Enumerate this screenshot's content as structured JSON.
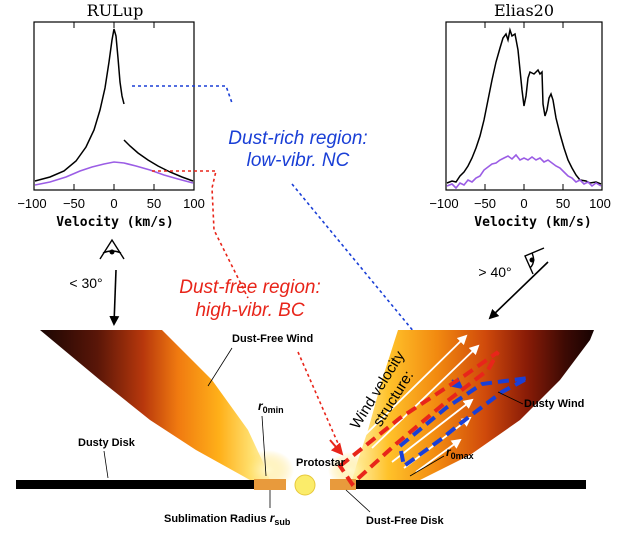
{
  "panels": {
    "left": {
      "title": "RULup",
      "xlabel": "Velocity (km/s)",
      "xticks": [
        "−100",
        "−50",
        "0",
        "50",
        "100"
      ]
    },
    "right": {
      "title": "Elias20",
      "xlabel": "Velocity (km/s)",
      "xticks": [
        "−100",
        "−50",
        "0",
        "50",
        "100"
      ]
    }
  },
  "annotations": {
    "dust_rich_line1": "Dust-rich region:",
    "dust_rich_line2": "low-vibr. NC",
    "dust_free_line1": "Dust-free region:",
    "dust_free_line2": "high-vibr. BC",
    "angle_left": "< 30°",
    "angle_right": "> 40°"
  },
  "diagram": {
    "dust_free_wind": "Dust-Free Wind",
    "r0min_base": "r",
    "r0min_sub": "0min",
    "dusty_disk": "Dusty Disk",
    "protostar": "Protostar",
    "dusty_wind": "Dusty Wind",
    "r0max_base": "r",
    "r0max_sub": "0max",
    "sublimation_prefix": "Sublimation Radius ",
    "sublimation_r": "r",
    "sublimation_sub": "sub",
    "dust_free_disk": "Dust-Free Disk",
    "wind_velocity_line1": "Wind velocity",
    "wind_velocity_line2": "structure:"
  },
  "colors": {
    "narrow_component": "#1a3fd6",
    "broad_component": "#e8251a",
    "profile_black": "#000000",
    "profile_violet": "#9b5de5"
  }
}
